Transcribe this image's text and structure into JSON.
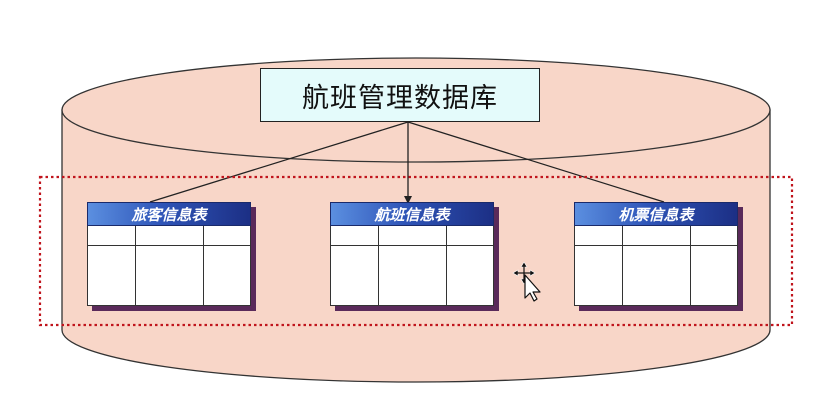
{
  "database": {
    "title": "航班管理数据库"
  },
  "tables": [
    {
      "name": "旅客信息表"
    },
    {
      "name": "航班信息表"
    },
    {
      "name": "机票信息表"
    }
  ],
  "colors": {
    "cylinder_fill": "#f8d6c8",
    "cylinder_stroke": "#333333",
    "title_box_fill": "#e4fbfb",
    "selection_border": "#c0141c",
    "header_gradient_start": "#5b8fe0",
    "header_gradient_end": "#1c2f85"
  },
  "icons": [
    "move-cursor-icon"
  ]
}
